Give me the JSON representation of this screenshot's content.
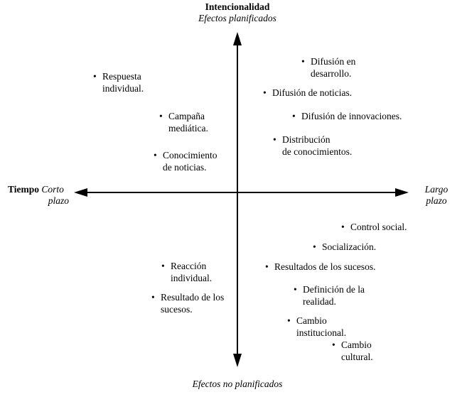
{
  "axes": {
    "top_title": "Intencionalidad",
    "top_subtitle": "Efectos planificados",
    "bottom_label": "Efectos no planificados",
    "left_title": "Tiempo",
    "left_sub1": "Corto",
    "left_sub2": "plazo",
    "right_sub1": "Largo",
    "right_sub2": "plazo"
  },
  "bullet": "•",
  "items": {
    "respuesta_individual": [
      "Respuesta",
      "individual."
    ],
    "campana_mediatica": [
      "Campaña",
      "mediática."
    ],
    "conocimiento_noticias": [
      "Conocimiento",
      "de noticias."
    ],
    "difusion_desarrollo": [
      "Difusión en",
      "desarrollo."
    ],
    "difusion_noticias": [
      "Difusión de noticias."
    ],
    "difusion_innovaciones": [
      "Difusión de innovaciones."
    ],
    "distribucion_conocimientos": [
      "Distribución",
      "de conocimientos."
    ],
    "control_social": [
      "Control social."
    ],
    "socializacion": [
      "Socialización."
    ],
    "resultados_sucesos": [
      "Resultados de los sucesos."
    ],
    "definicion_realidad": [
      "Definición de la",
      "realidad."
    ],
    "cambio_institucional": [
      "Cambio",
      "institucional."
    ],
    "cambio_cultural": [
      "Cambio",
      "cultural."
    ],
    "reaccion_individual": [
      "Reacción",
      "individual."
    ],
    "resultado_sucesos": [
      "Resultado de los",
      "sucesos."
    ]
  }
}
